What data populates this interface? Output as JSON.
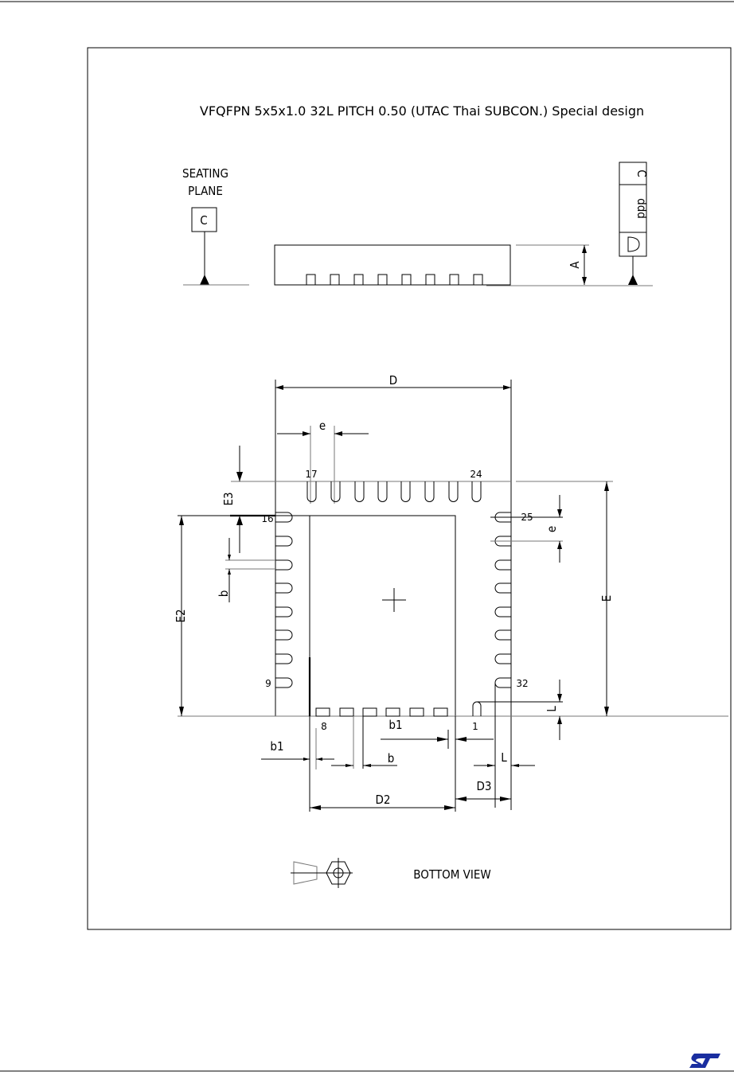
{
  "drawing": {
    "title": "VFQFPN 5x5x1.0 32L PITCH 0.50 (UTAC Thai SUBCON.) Special design",
    "seating_plane_line1": "SEATING",
    "seating_plane_line2": "PLANE",
    "datum": "C",
    "control_frame": {
      "datum": "C",
      "tolerance": "ddd"
    },
    "side_dims": {
      "A": "A"
    },
    "bottom_dims": {
      "D": "D",
      "e_top": "e",
      "E3": "E3",
      "b_left": "b",
      "E2": "E2",
      "e_right": "e",
      "E": "E",
      "L_right": "L",
      "b1_bottom": "b1",
      "b1_left": "b1",
      "b_bottom": "b",
      "L_bottom": "L",
      "D3": "D3",
      "D2": "D2"
    },
    "pins": {
      "p17": "17",
      "p24": "24",
      "p16": "16",
      "p9": "9",
      "p25": "25",
      "p32": "32",
      "p8": "8",
      "p1": "1"
    },
    "view_label": "BOTTOM VIEW"
  },
  "footer": {
    "logo": "ST"
  }
}
